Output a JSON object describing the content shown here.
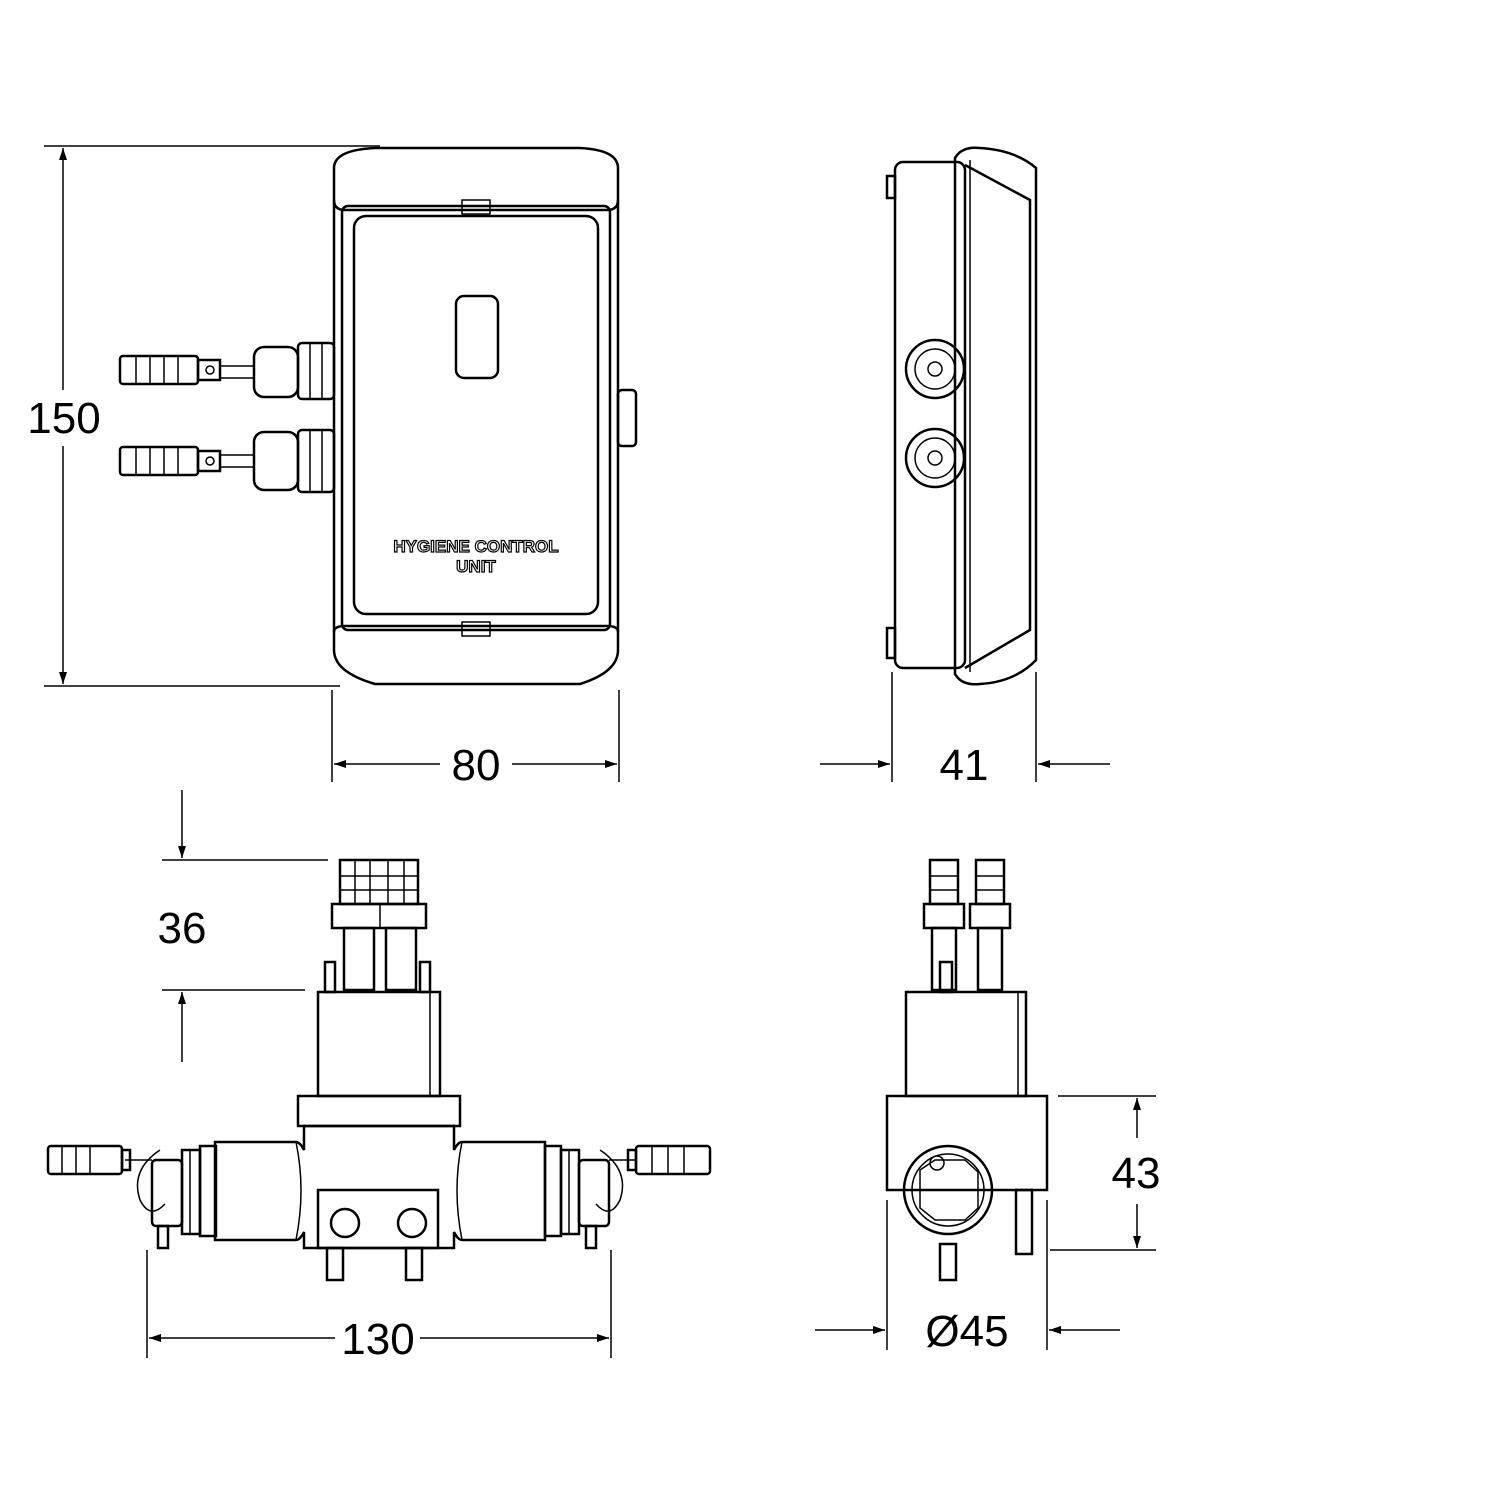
{
  "unit_label": {
    "line1": "HYGIENE CONTROL",
    "line2": "UNIT"
  },
  "dimensions": {
    "height": "150",
    "width": "80",
    "depth": "41",
    "valve_top": "36",
    "valve_length": "130",
    "valve_height": "43",
    "valve_diameter": "Ø45"
  },
  "colors": {
    "line": "#000000",
    "background": "#ffffff"
  }
}
